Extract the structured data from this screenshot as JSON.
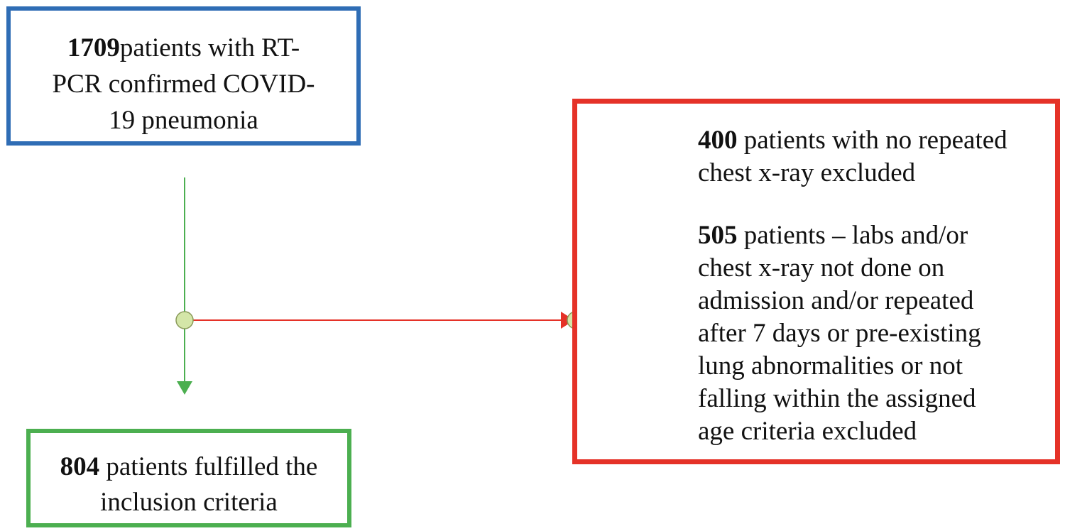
{
  "flow": {
    "top_box": {
      "count": "1709",
      "text": " patients with RT-PCR confirmed COVID-19 pneumonia",
      "lines": [
        "patients with RT-",
        "PCR confirmed COVID-",
        "19 pneumonia"
      ]
    },
    "exclusion_box": {
      "item1": {
        "count": "400",
        "line1": " patients with no repeated",
        "line2": "chest x-ray excluded"
      },
      "item2": {
        "count": "505",
        "line1": " patients – labs and/or",
        "line2": "chest x-ray not done on",
        "line3": "admission and/or repeated",
        "line4": "after 7 days or pre-existing",
        "line5": "lung abnormalities or not",
        "line6": "falling within the assigned",
        "line7": "age criteria excluded"
      }
    },
    "bottom_box": {
      "count": "804",
      "line1": " patients fulfilled the",
      "line2": "inclusion criteria"
    }
  },
  "colors": {
    "top_border": "#2f6db5",
    "exclusion_border": "#e53228",
    "inclusion_border": "#4caf50",
    "vertical_connector": "#4caf50",
    "horizontal_connector": "#e53228",
    "junction_fill": "#d4e6a8"
  }
}
